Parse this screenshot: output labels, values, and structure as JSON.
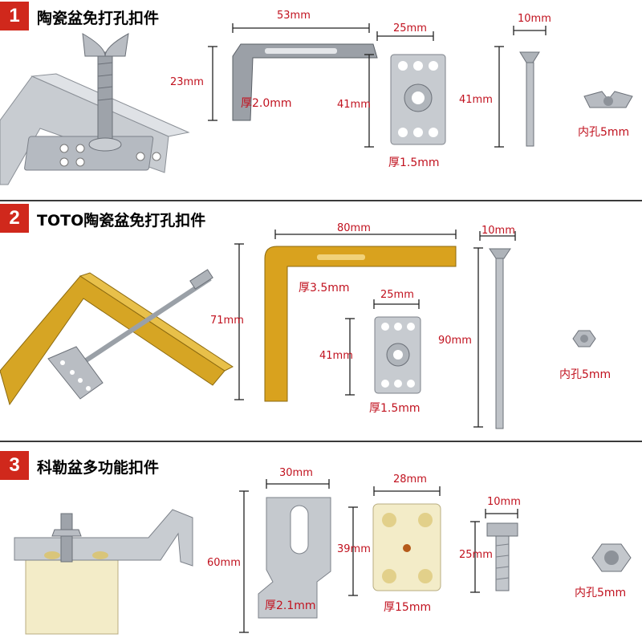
{
  "sections": [
    {
      "num": "1",
      "title": "陶瓷盆免打孔扣件"
    },
    {
      "num": "2",
      "title": "TOTO陶瓷盆免打孔扣件"
    },
    {
      "num": "3",
      "title": "科勒盆多功能扣件"
    }
  ],
  "s1": {
    "bracket_width": "53mm",
    "bracket_height": "23mm",
    "bracket_thickness": "厚2.0mm",
    "plate_width": "25mm",
    "plate_height": "41mm",
    "plate_thickness": "厚1.5mm",
    "bolt_width": "10mm",
    "bolt_length": "41mm",
    "nut_hole": "内孔5mm"
  },
  "s2": {
    "bracket_width": "80mm",
    "bracket_height": "71mm",
    "bracket_thickness": "厚3.5mm",
    "plate_width": "25mm",
    "plate_height": "41mm",
    "plate_thickness": "厚1.5mm",
    "bolt_width": "10mm",
    "bolt_length": "90mm",
    "nut_hole": "内孔5mm"
  },
  "s3": {
    "bracket_width": "30mm",
    "bracket_height": "60mm",
    "bracket_thickness": "厚2.1mm",
    "block_width": "28mm",
    "block_height": "39mm",
    "block_thickness": "厚15mm",
    "bolt_width": "10mm",
    "bolt_length": "25mm",
    "nut_hole": "内孔5mm"
  },
  "colors": {
    "accent": "#d0281c",
    "label_red": "#c1121f",
    "steel": "#b8bcc2",
    "brass": "#d9a21e",
    "nylon": "#f3ecc8"
  }
}
